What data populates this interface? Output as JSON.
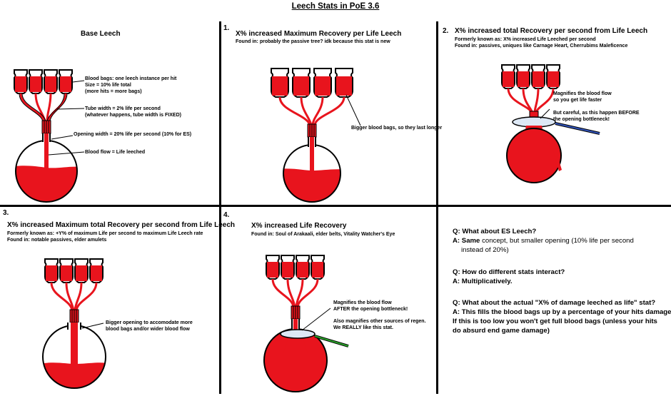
{
  "title": "Leech Stats in PoE 3.6",
  "colors": {
    "blood": "#e8141d",
    "probe_blue": "#3355bb",
    "probe_green": "#2aa02a"
  },
  "panels": {
    "base": {
      "title": "Base Leech",
      "labels": {
        "bags_1": "Blood bags: one leech instance per hit",
        "bags_2": "Size = 10% life total",
        "bags_3": "(more hits = more bags)",
        "tube_1": "Tube width = 2% life per second",
        "tube_2": "(whatever happens, tube width is FIXED)",
        "opening": "Opening width = 20% life per second (10% for ES)",
        "flow": "Blood flow = Life leeched"
      }
    },
    "p1": {
      "number": "1.",
      "title": "X% increased Maximum Recovery per Life Leech",
      "sub": "Found in: probably the passive tree? idk because this stat is new",
      "label": "Bigger blood bags, so they last longer"
    },
    "p2": {
      "number": "2.",
      "title": "X% increased total Recovery per second from Life Leech",
      "sub_1": "Formerly known as: X% increased Life Leeched per second",
      "sub_2": "Found in: passives, uniques like Carnage Heart, Cherrubims Maleficence",
      "label_1": "Magnifies the blood flow",
      "label_2": "so you get life faster",
      "label_3": "But careful, as this happen BEFORE",
      "label_4": "the opening bottleneck!"
    },
    "p3": {
      "number": "3.",
      "title": "X% increased Maximum total Recovery per second from Life Leech",
      "sub_1": "Formerly known as: +Y% of maximum Life per second to maximum Life Leech rate",
      "sub_2": "Found in: notable passives, elder amulets",
      "label_1": "Bigger opening to accomodate more",
      "label_2": "blood bags and/or wider blood flow"
    },
    "p4": {
      "number": "4.",
      "title": "X% increased Life Recovery",
      "sub": "Found in: Soul of Arakaali, elder belts, Vitality Watcher's Eye",
      "label_1": "Magnifies the blood flow",
      "label_2": "AFTER the opening bottleneck!",
      "label_3": "Also magnifies other sources of regen.",
      "label_4": "We REALLY like this stat."
    },
    "faq": {
      "q1": "Q: What about ES Leech?",
      "a1_prefix": "A: ",
      "a1_bold": "Same",
      "a1_rest": " concept, but smaller opening (10% life per second",
      "a1_line2": "instead of 20%)",
      "q2": "Q: How do different stats interact?",
      "a2": "A: Multiplicatively.",
      "q3": "Q: What about the actual \"X% of damage leeched as life\" stat?",
      "a3_1": "A: This fills the blood bags up by a percentage of your hits damage",
      "a3_2": "If this is too low you won't get full blood bags (unless your hits",
      "a3_3": "do absurd end game damage)"
    }
  }
}
